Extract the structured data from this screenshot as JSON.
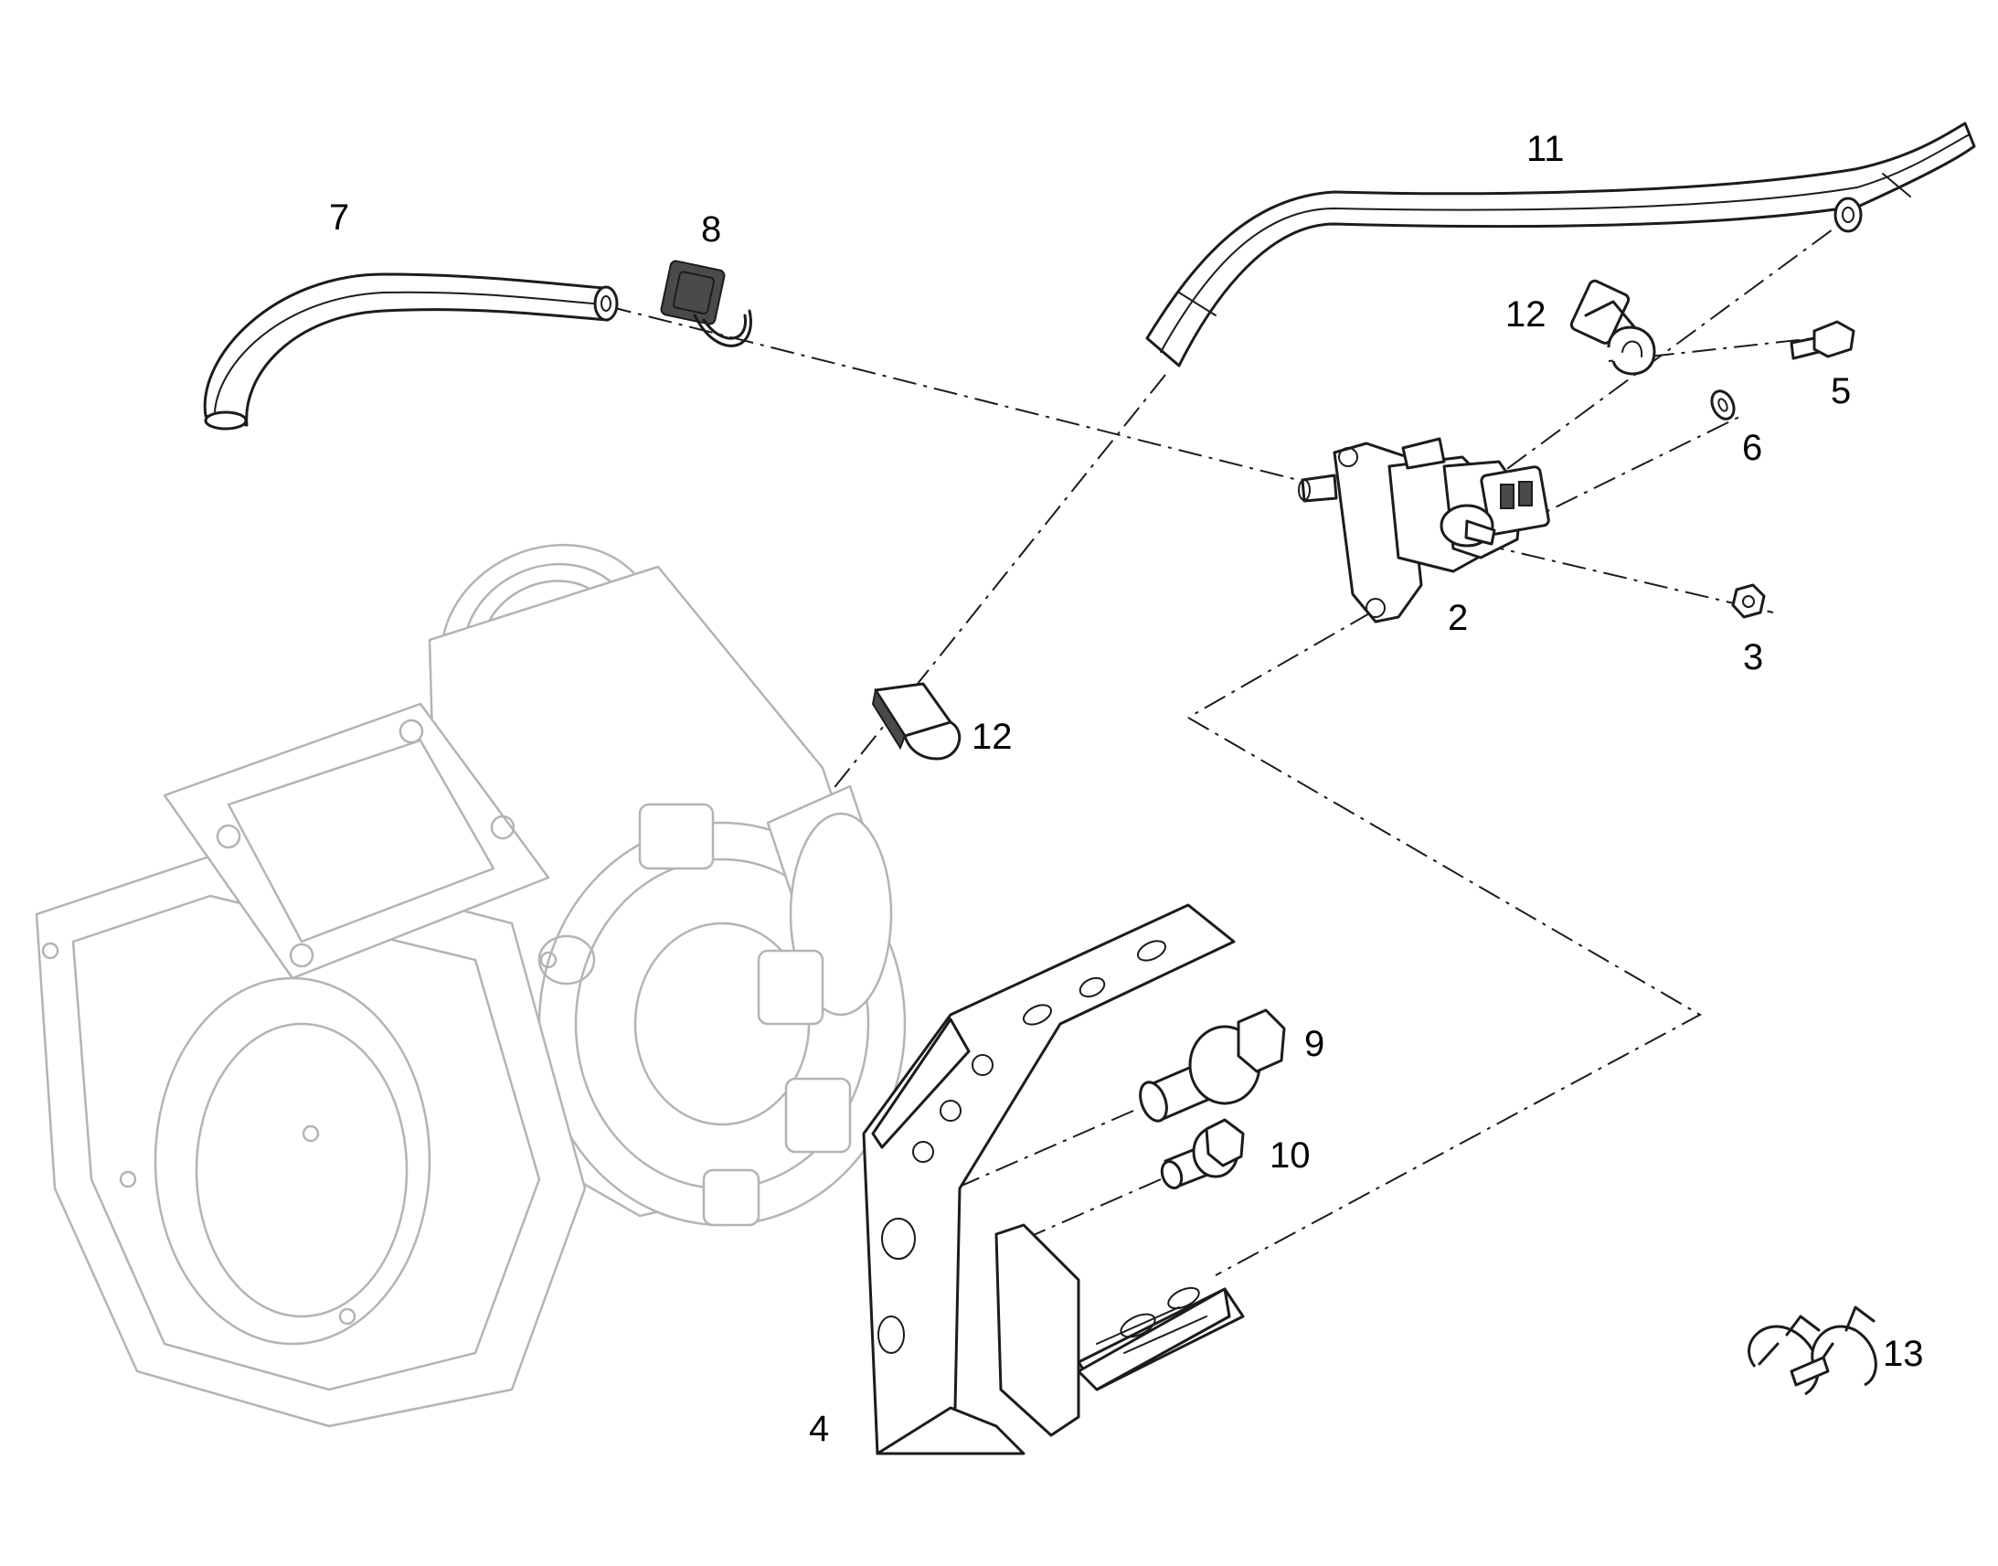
{
  "callouts": {
    "c2": "2",
    "c3": "3",
    "c4": "4",
    "c5": "5",
    "c6": "6",
    "c7": "7",
    "c8": "8",
    "c9": "9",
    "c10": "10",
    "c11": "11",
    "c12a": "12",
    "c12b": "12",
    "c13": "13"
  }
}
